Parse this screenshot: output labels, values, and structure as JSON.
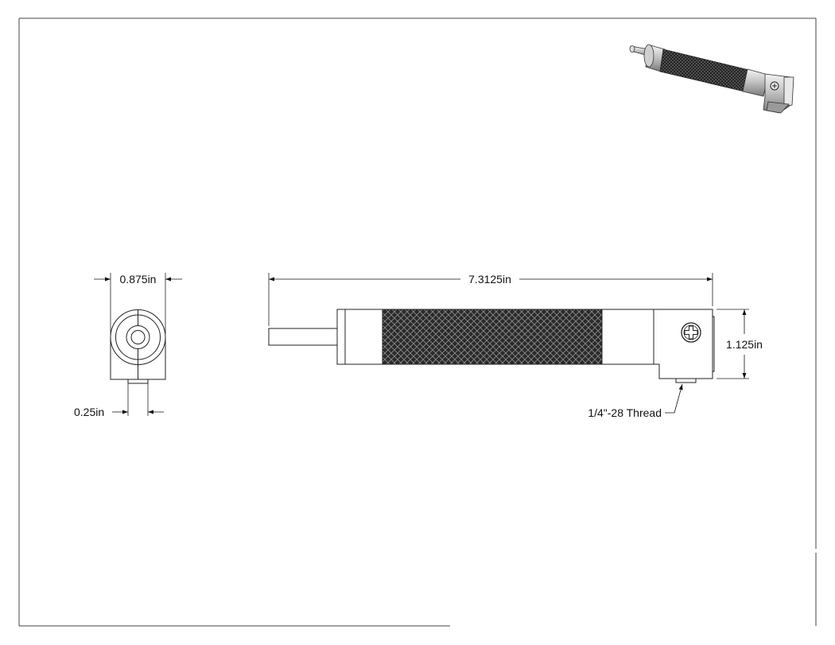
{
  "drawing": {
    "dimensions": {
      "end_view_width": "0.875in",
      "end_view_stud": "0.25in",
      "overall_length": "7.3125in",
      "height": "1.125in"
    },
    "callout_thread": "1/4\"-28 Thread"
  },
  "colors": {
    "line": "#222222",
    "knurl_dark": "#1a1a1a",
    "metal_light": "#d9d9d9",
    "metal_mid": "#9a9a9a"
  }
}
